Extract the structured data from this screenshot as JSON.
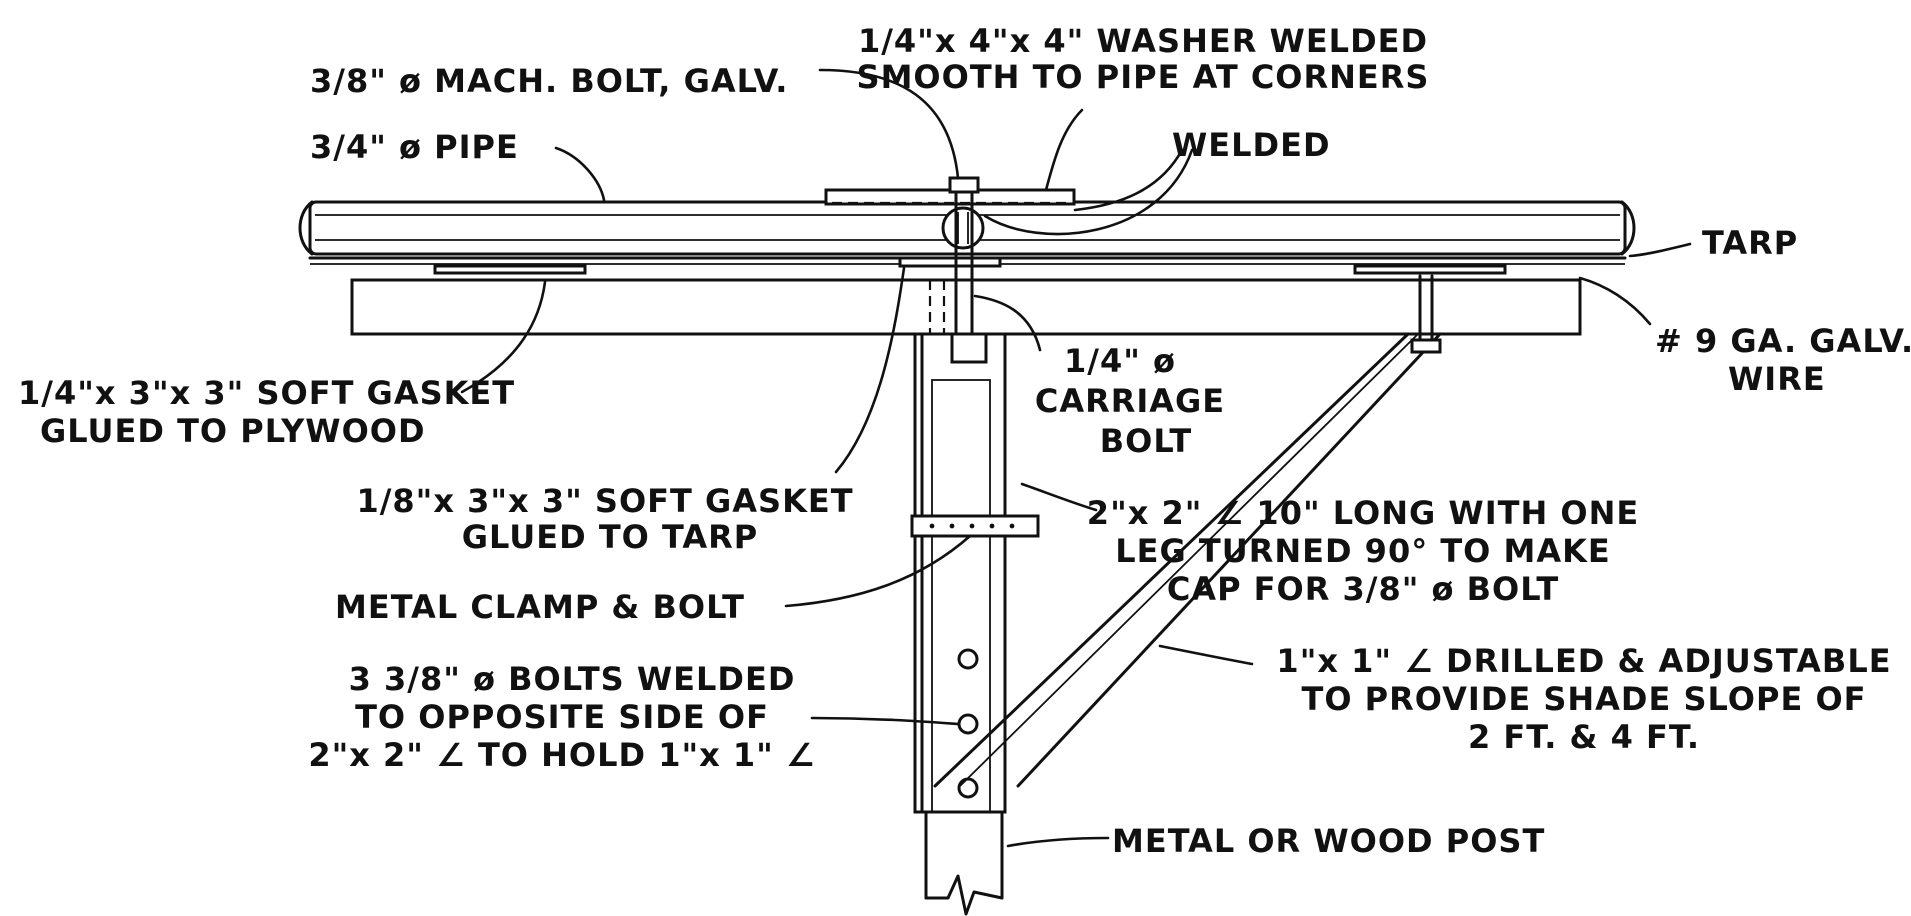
{
  "labels": {
    "mach_bolt": "3/8\"  ø  MACH. BOLT, GALV.",
    "washer_line1": "1/4\"x 4\"x 4\"  WASHER WELDED",
    "washer_line2": "SMOOTH  TO PIPE AT CORNERS",
    "pipe": "3/4\"  ø  PIPE",
    "welded": "WELDED",
    "tarp": "TARP",
    "wire_line1": "# 9  GA.  GALV.",
    "wire_line2": "WIRE",
    "gasket_plywood_line1": "1/4\"x 3\"x 3\"  SOFT GASKET",
    "gasket_plywood_line2": "GLUED TO PLYWOOD",
    "carriage_line1": "1/4\"  ø",
    "carriage_line2": "CARRIAGE",
    "carriage_line3": "BOLT",
    "gasket_tarp_line1": "1/8\"x 3\"x 3\"  SOFT  GASKET",
    "gasket_tarp_line2": "GLUED  TO TARP",
    "angle_line1": "2\"x 2\"  ∠  10\"  LONG WITH ONE",
    "angle_line2": "LEG  TURNED 90°  TO MAKE",
    "angle_line3": "CAP FOR  3/8\"   ø  BOLT",
    "clamp": "METAL  CLAMP & BOLT",
    "bolts_line1": "3  3/8\"  ø  BOLTS WELDED",
    "bolts_line2": "TO OPPOSITE SIDE  OF",
    "bolts_line3": "2\"x 2\"  ∠  TO HOLD  1\"x 1\"  ∠",
    "adjustable_line1": "1\"x 1\"  ∠  DRILLED & ADJUSTABLE",
    "adjustable_line2": "TO PROVIDE SHADE SLOPE OF",
    "adjustable_line3": "2  FT.  &  4  FT.",
    "post": "METAL  OR  WOOD  POST"
  }
}
